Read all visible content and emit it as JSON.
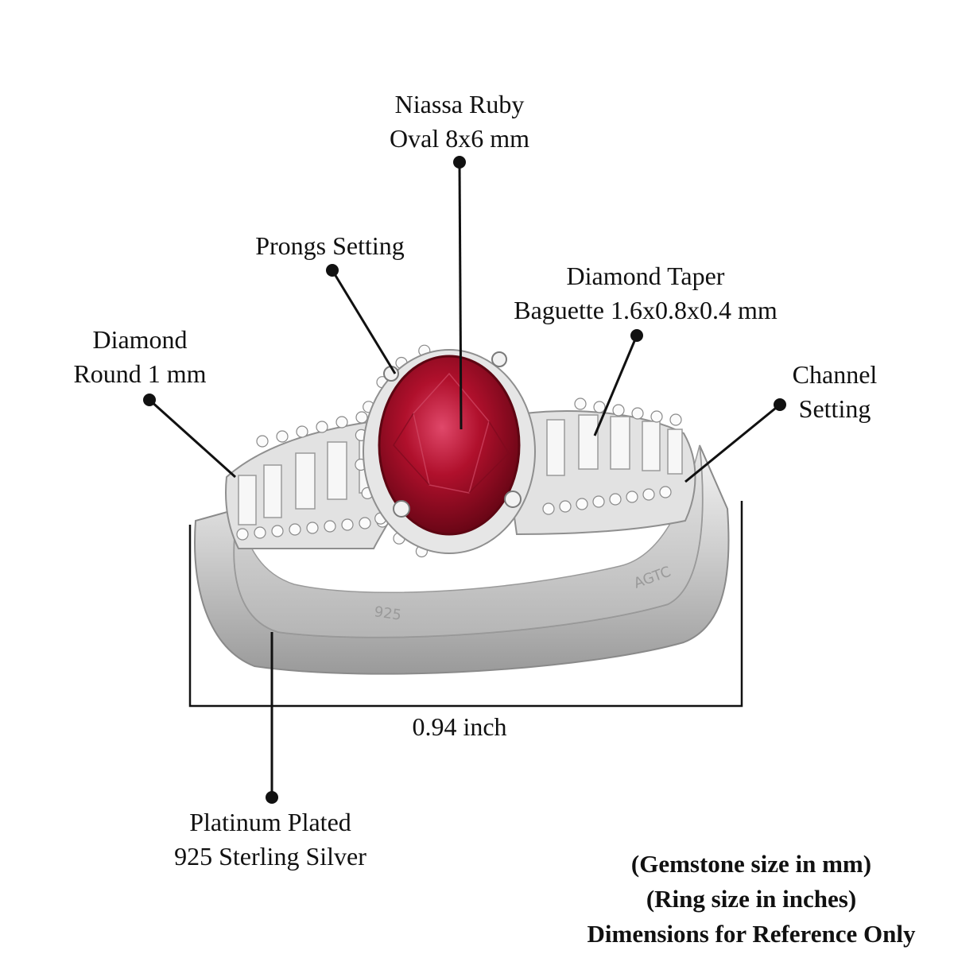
{
  "callouts": {
    "ruby": {
      "line1": "Niassa Ruby",
      "line2": "Oval 8x6 mm"
    },
    "prongs": {
      "line1": "Prongs Setting"
    },
    "taper": {
      "line1": "Diamond Taper",
      "line2": "Baguette 1.6x0.8x0.4 mm"
    },
    "round": {
      "line1": "Diamond",
      "line2": "Round 1 mm"
    },
    "channel": {
      "line1": "Channel",
      "line2": "Setting"
    },
    "metal": {
      "line1": "Platinum Plated",
      "line2": "925 Sterling Silver"
    }
  },
  "dimension": {
    "width_label": "0.94 inch"
  },
  "notes": {
    "line1": "(Gemstone size in mm)",
    "line2": "(Ring size in inches)",
    "line3": "Dimensions for Reference Only"
  },
  "colors": {
    "ruby": "#b0102c",
    "silver": "#d8d8d8",
    "text": "#111111"
  }
}
